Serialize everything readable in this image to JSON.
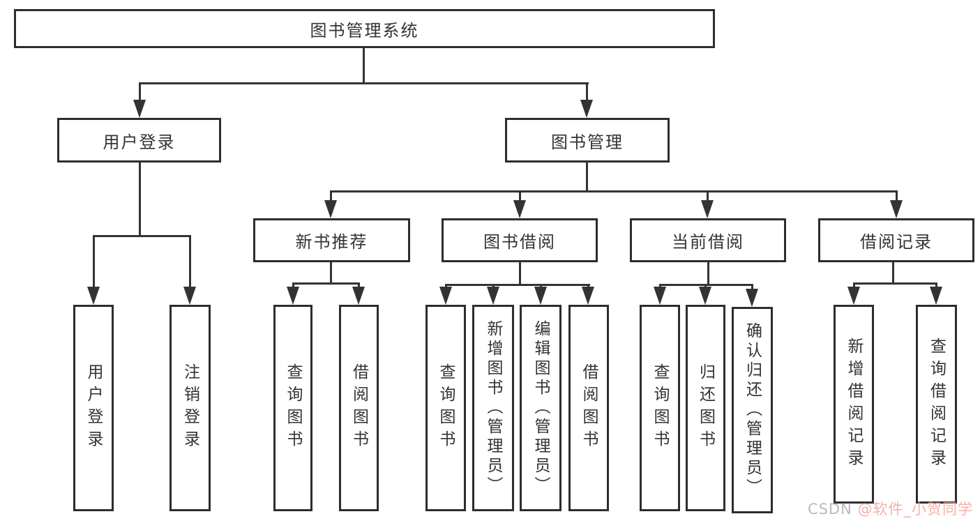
{
  "diagram": {
    "root": "图书管理系统",
    "user_login": "用户登录",
    "book_mgmt": "图书管理",
    "new_book_rec": "新书推荐",
    "book_borrow": "图书借阅",
    "current_borrow": "当前借阅",
    "borrow_records": "借阅记录",
    "leaf_user_login": "用户登录",
    "leaf_logout": "注销登录",
    "leaf_nb_query": "查询图书",
    "leaf_nb_borrow": "借阅图书",
    "leaf_bb_query": "查询图书",
    "leaf_bb_add": "新增图书（管理员）",
    "leaf_bb_edit": "编辑图书（管理员）",
    "leaf_bb_borrow": "借阅图书",
    "leaf_cb_query": "查询图书",
    "leaf_cb_return": "归还图书",
    "leaf_cb_confirm": "确认归还（管理员）",
    "leaf_br_add": "新增借阅记录",
    "leaf_br_query": "查询借阅记录"
  },
  "watermark": {
    "prefix": "CSDN ",
    "handle": "@软件_小贺同学"
  },
  "colors": {
    "line": "#333333",
    "box_border": "#2d2d2d",
    "text": "#333333",
    "watermark_gray": "#aeaeae",
    "watermark_red": "#f5a29b"
  }
}
